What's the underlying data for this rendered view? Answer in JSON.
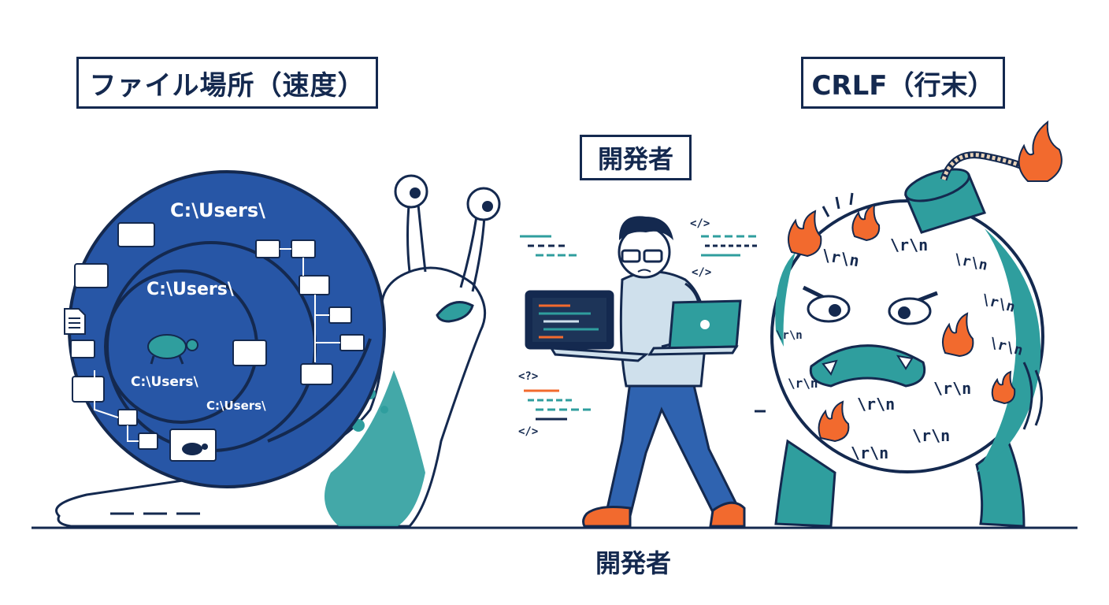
{
  "labels": {
    "left": "ファイル場所（速度）",
    "right": "CRLF（行末）",
    "middle": "開発者",
    "caption": "開発者"
  },
  "shell_paths": [
    "C:\\Users\\",
    "C:\\Users\\",
    "C:\\Users\\",
    "C:\\Users\\"
  ],
  "line_ending": "\\r\\n",
  "code_tags": [
    "</>",
    "</>",
    "<?>",
    "</>"
  ],
  "colors": {
    "navy": "#14294f",
    "shell_blue": "#2756a6",
    "teal": "#2f9e9e",
    "flame": "#f26a2e",
    "hoodie": "#cfe0ec",
    "jeans": "#2f63b0"
  }
}
